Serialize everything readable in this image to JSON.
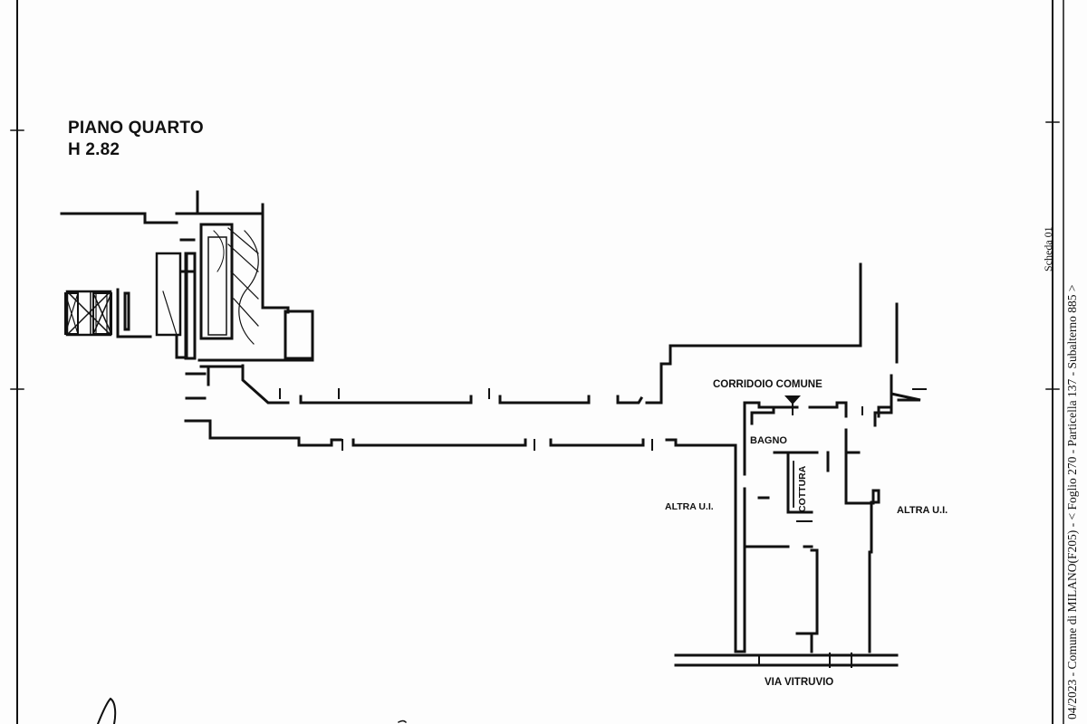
{
  "plan": {
    "title": "PIANO QUARTO",
    "height_label": "H 2.82",
    "rooms": {
      "corridor": "CORRIDOIO COMUNE",
      "bathroom": "BAGNO",
      "kitchen": "COTTURA",
      "other_unit_left": "ALTRA U.I.",
      "other_unit_right": "ALTRA U.I.",
      "street": "VIA VITRUVIO"
    }
  },
  "margin": {
    "registry_note": "04/2023 - Comune di MILANO(F205) - < Foglio 270 - Particella 137 - Subalterno 885 >",
    "sheet_note": "Scheda 01"
  },
  "colors": {
    "ink": "#111111",
    "paper": "#fdfdfd"
  }
}
